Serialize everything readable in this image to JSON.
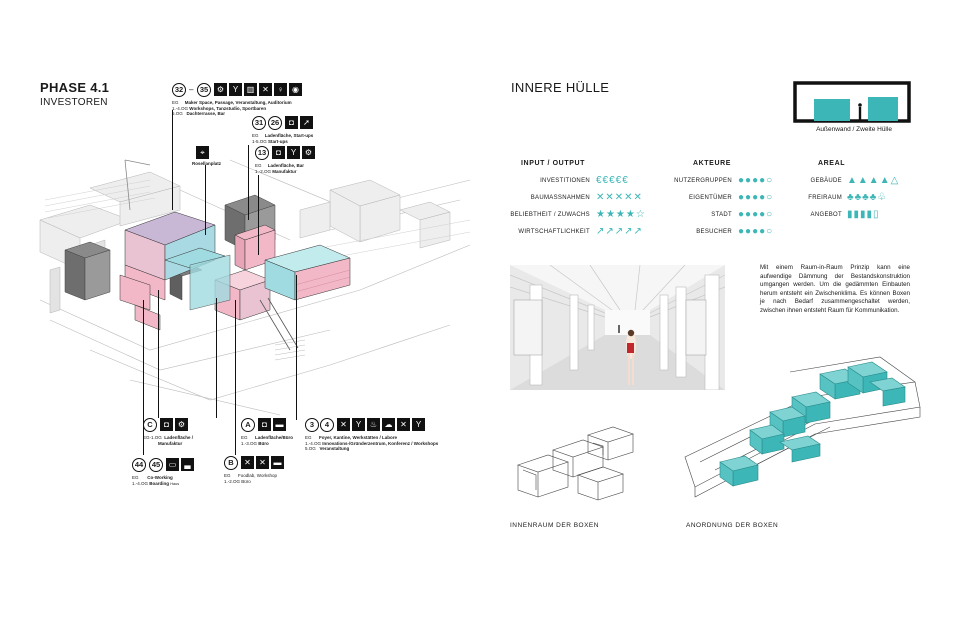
{
  "left": {
    "title": "PHASE 4.1",
    "subtitle": "INVESTOREN",
    "tags": {
      "t32": "32",
      "dash": "–",
      "t35": "35",
      "t31": "31",
      "t26": "26",
      "t13": "13",
      "tC": "C",
      "tA": "A",
      "tB": "B",
      "t3": "3",
      "t4": "4",
      "t44": "44",
      "t45": "45"
    },
    "callouts": {
      "c3235": {
        "l1": "EG",
        "v1": "Maker Space, Passage, Veranstaltung, Auditorium",
        "l2": "1.-4.OG",
        "v2": "Workshops, Tanzstudio, Sportbaren",
        "l3": "5.OG",
        "v3": "Dachterrasse, Bar"
      },
      "c3126": {
        "l1": "EG",
        "v1": "Ladenfläche, Start-ups",
        "l2": "1-5.OG",
        "v2": "Start-ups"
      },
      "c13": {
        "l1": "EG",
        "v1": "Ladenfläche, Bar",
        "l2": "1.-2.OG",
        "v2": "Manufaktur"
      },
      "pin": "Rosellanplatz",
      "cC": {
        "l1": "EG-1.OG",
        "v1": "Ladenfläche /",
        "v1b": "Manufaktur"
      },
      "cA": {
        "l1": "EG",
        "v1": "Ladenfläche/Büro",
        "l2": "1.-3.OG",
        "v2": "Büro"
      },
      "cB": {
        "l1": "EG",
        "v1": "Foodlab, Workshop",
        "l2": "1.-2.OG",
        "v2": "Büro"
      },
      "c34": {
        "l1": "EG",
        "v1": "Foyer, Kantine, Werkstätten / Labore",
        "l2": "1.-4.OG",
        "v2": "Innovations-/Gründerzentrum, Konferenz / Workshops",
        "l3": "5.OG",
        "v3": "Veranstaltung"
      },
      "c4445": {
        "l1": "EG",
        "v1": "Co-Working",
        "l2": "1.-4.OG",
        "v2": "Boarding",
        "v2b": "Haus"
      }
    }
  },
  "right": {
    "title": "INNERE HÜLLE",
    "legend_caption": "Außenwand / Zweite Hülle",
    "groups": {
      "input_output": "INPUT / OUTPUT",
      "akteure": "AKTEURE",
      "areal": "AREAL"
    },
    "input_rows": [
      {
        "label": "INVESTITIONEN",
        "icons": "€€€€€"
      },
      {
        "label": "BAUMASSNAHMEN",
        "icons": "✕✕✕✕✕"
      },
      {
        "label": "BELIEBTHEIT / ZUWACHS",
        "icons": "★★★★☆"
      },
      {
        "label": "WIRTSCHAFTLICHKEIT",
        "icons": "↗↗↗↗↗"
      }
    ],
    "akteure_rows": [
      {
        "label": "NUTZERGRUPPEN",
        "icons": "●●●●○"
      },
      {
        "label": "EIGENTÜMER",
        "icons": "●●●●○"
      },
      {
        "label": "STADT",
        "icons": "●●●●○"
      },
      {
        "label": "BESUCHER",
        "icons": "●●●●○"
      }
    ],
    "areal_rows": [
      {
        "label": "GEBÄUDE",
        "icons": "▲▲▲▲△"
      },
      {
        "label": "FREIRAUM",
        "icons": "♣♣♣♣♧"
      },
      {
        "label": "ANGEBOT",
        "icons": "▮▮▮▮▯"
      }
    ],
    "paragraph": "Mit einem Raum-in-Raum Prinzip kann eine aufwendige Dämmung der Bestandskonstruktion umgangen werden. Um die gedämmten Einbauten herum entsteht ein Zwischenklima. Es können Boxen je nach Bedarf zusammengeschaltet werden, zwischen ihnen entsteht Raum für Kommunikation.",
    "caption_left": "INNENRAUM DER BOXEN",
    "caption_right": "ANORDNUNG DER BOXEN"
  },
  "colors": {
    "accent": "#3cb6b6",
    "pink": "#f2b8c8",
    "cyan": "#9fdbe0",
    "dark": "#111111"
  }
}
